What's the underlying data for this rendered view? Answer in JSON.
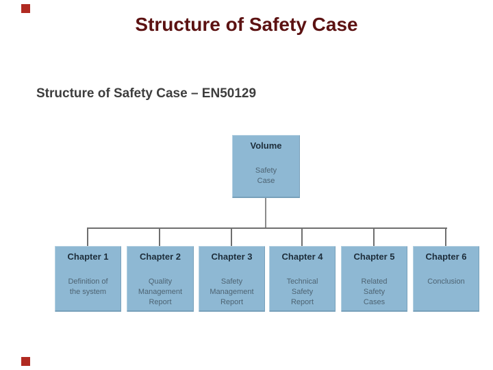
{
  "slide": {
    "title": "Structure of Safety Case",
    "heading": "Structure of Safety Case – EN50129"
  },
  "diagram": {
    "type": "org-chart",
    "root": {
      "header": "Volume",
      "body": "Safety\nCase"
    },
    "children": [
      {
        "header": "Chapter 1",
        "body": "Definition of\nthe system"
      },
      {
        "header": "Chapter 2",
        "body": "Quality\nManagement\nReport"
      },
      {
        "header": "Chapter 3",
        "body": "Safety\nManagement\nReport"
      },
      {
        "header": "Chapter 4",
        "body": "Technical\nSafety\nReport"
      },
      {
        "header": "Chapter 5",
        "body": "Related\nSafety\nCases"
      },
      {
        "header": "Chapter 6",
        "body": "Conclusion"
      }
    ]
  },
  "colors": {
    "title_text": "#5c1212",
    "heading_text": "#3d3d3d",
    "box_fill": "#8eb8d3",
    "box_header_text": "#1d2d3a",
    "box_body_text": "#4d6372",
    "connector": "#6e6e6e",
    "corner_accent": "#b02a21"
  }
}
